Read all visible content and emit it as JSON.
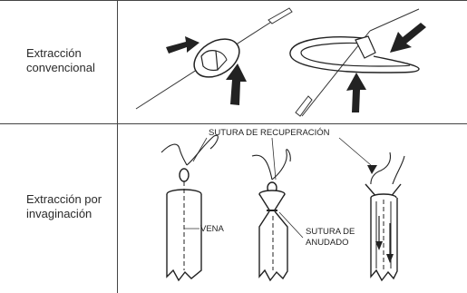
{
  "rows": [
    {
      "label_line1": "Extracción",
      "label_line2": "convencional"
    },
    {
      "label_line1": "Extracción por",
      "label_line2": "invaginación"
    }
  ],
  "annotations": {
    "recovery_suture": "SUTURA DE RECUPERACIÓN",
    "vein": "VENA",
    "tie_suture_line1": "SUTURA DE",
    "tie_suture_line2": "ANUDADO"
  }
}
